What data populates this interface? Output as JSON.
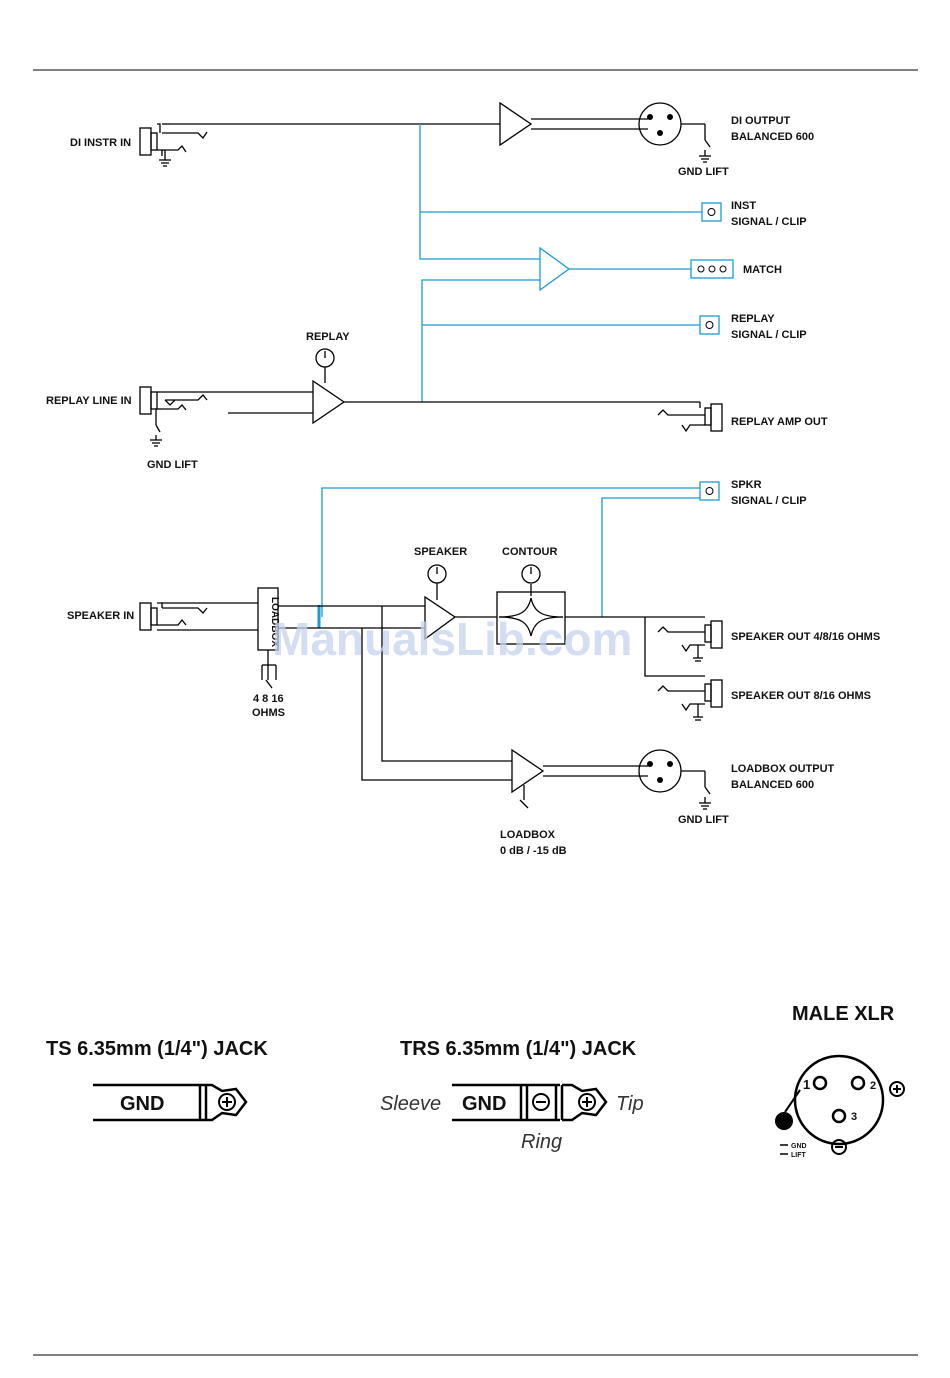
{
  "labels": {
    "di_instr_in": "DI INSTR IN",
    "di_output_1": "DI OUTPUT",
    "di_output_2": "BALANCED 600",
    "gnd_lift": "GND LIFT",
    "inst_1": "INST",
    "signal_clip": "SIGNAL / CLIP",
    "match": "MATCH",
    "replay_1": "REPLAY",
    "replay_knob": "REPLAY",
    "replay_line_in": "REPLAY LINE IN",
    "replay_amp_out": "REPLAY AMP OUT",
    "spkr": "SPKR",
    "speaker_knob": "SPEAKER",
    "contour_knob": "CONTOUR",
    "speaker_in": "SPEAKER IN",
    "loadbox": "LOADBOX",
    "ohms_values": "4  8  16",
    "ohms": "OHMS",
    "speaker_out_1": "SPEAKER OUT 4/8/16 OHMS",
    "speaker_out_2": "SPEAKER OUT 8/16 OHMS",
    "loadbox_output_1": "LOADBOX OUTPUT",
    "loadbox_output_2": "BALANCED 600",
    "loadbox_level_1": "LOADBOX",
    "loadbox_level_2": "0 dB / -15 dB",
    "gnd_lift_2": "GND LIFT",
    "gnd_lift_3": "GND LIFT"
  },
  "connectors": {
    "ts_title": "TS 6.35mm (1/4\") JACK",
    "ts_gnd": "GND",
    "trs_title": "TRS 6.35mm (1/4\") JACK",
    "trs_sleeve": "Sleeve",
    "trs_gnd": "GND",
    "trs_tip": "Tip",
    "trs_ring": "Ring",
    "xlr_title": "MALE XLR",
    "xlr_pin1": "1",
    "xlr_pin2": "2",
    "xlr_pin3": "3",
    "xlr_gnd": "GND",
    "xlr_lift": "LIFT"
  },
  "watermark": "ManualsLib.com",
  "colors": {
    "signal_line": "#1a9ad6",
    "ink": "#000000"
  }
}
